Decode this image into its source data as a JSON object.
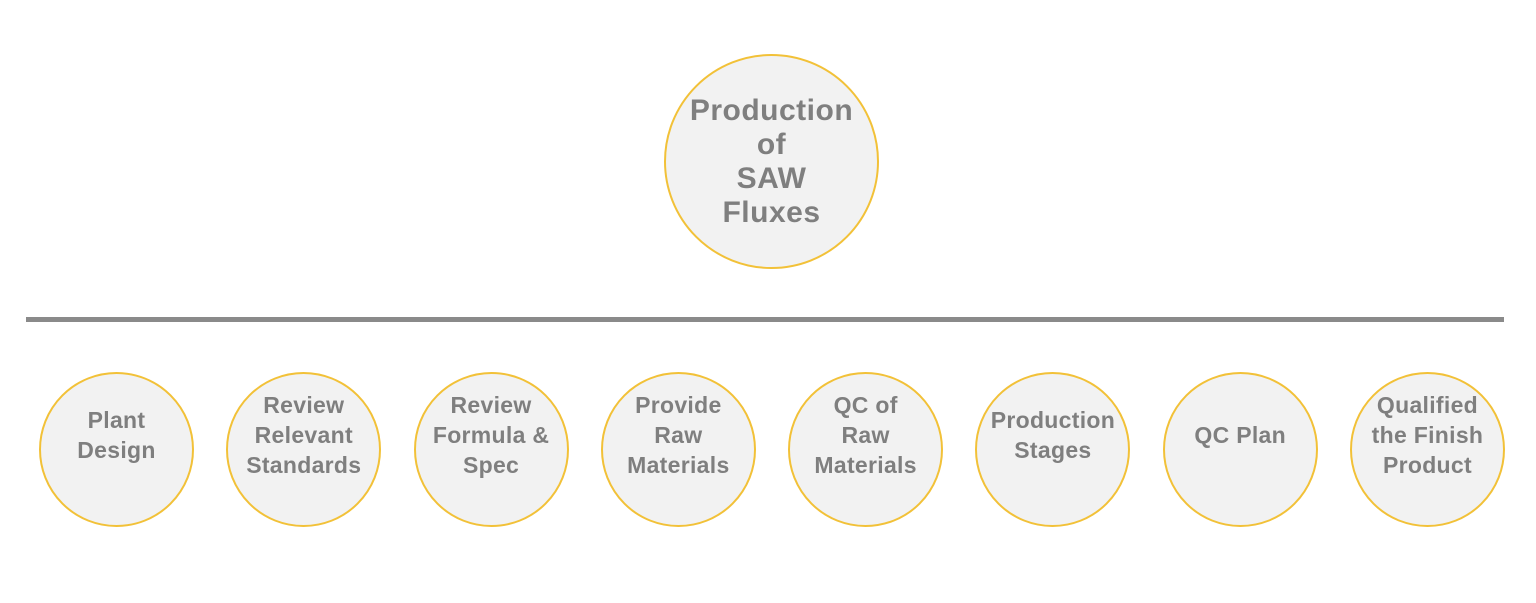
{
  "diagram": {
    "root": {
      "label": "Production\nof\nSAW\nFluxes"
    },
    "steps": [
      {
        "label": "Plant\nDesign"
      },
      {
        "label": "Review\nRelevant\nStandards"
      },
      {
        "label": "Review\nFormula &\nSpec"
      },
      {
        "label": "Provide\nRaw\nMaterials"
      },
      {
        "label": "QC of\nRaw\nMaterials"
      },
      {
        "label": "Production\nStages"
      },
      {
        "label": "QC Plan"
      },
      {
        "label": "Qualified\nthe Finish\nProduct"
      }
    ],
    "colors": {
      "background": "#ffffff",
      "node_fill": "#f2f2f2",
      "node_border": "#f2c138",
      "text": "#7f7f7f",
      "divider": "#8a8a8a"
    }
  }
}
